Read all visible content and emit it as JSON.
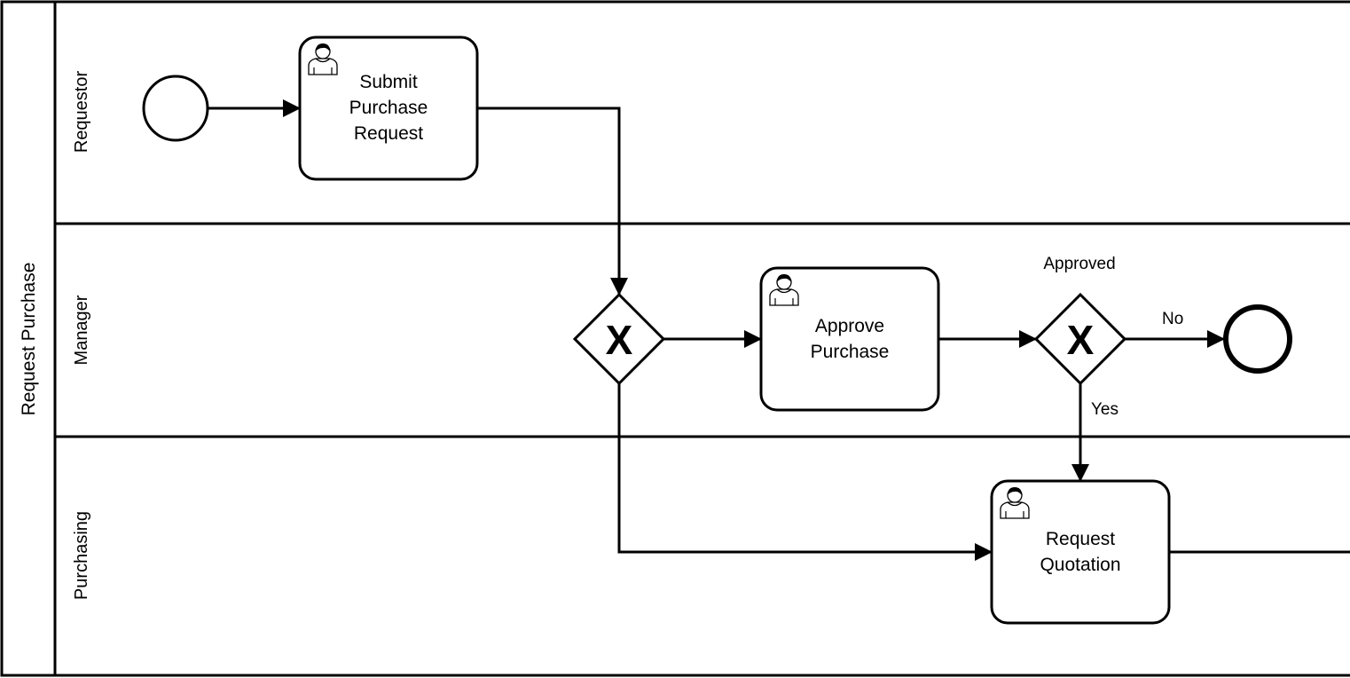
{
  "pool": {
    "label": "Request Purchase"
  },
  "lanes": [
    {
      "label": "Requestor"
    },
    {
      "label": "Manager"
    },
    {
      "label": "Purchasing"
    }
  ],
  "tasks": {
    "submit": [
      "Submit",
      "Purchase",
      "Request"
    ],
    "approve": [
      "Approve",
      "Purchase"
    ],
    "quotation": [
      "Request",
      "Quotation"
    ]
  },
  "gateways": {
    "approved": {
      "label": "Approved",
      "marker": "X"
    },
    "merge": {
      "marker": "X"
    }
  },
  "flows": {
    "no": "No",
    "yes": "Yes"
  },
  "icons": {
    "task": "user-icon",
    "gateway": "exclusive-gateway-x-icon"
  },
  "colors": {
    "stroke": "#000000",
    "fill": "#ffffff"
  }
}
